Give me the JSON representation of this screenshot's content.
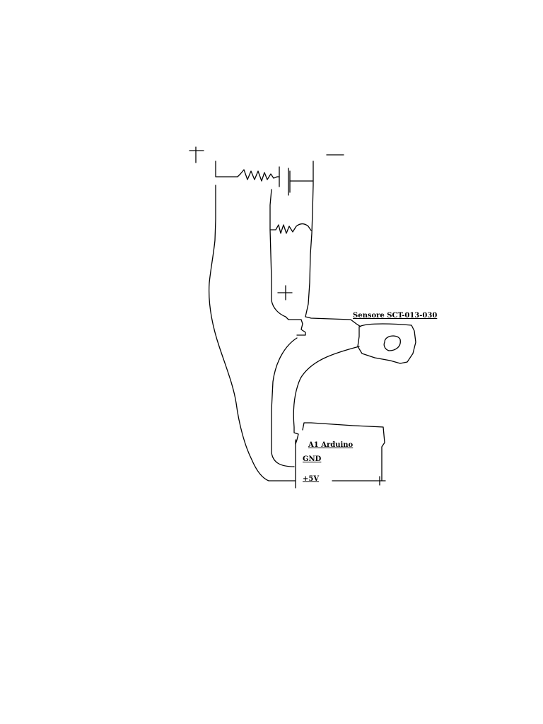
{
  "diagram": {
    "labels": {
      "sensor": "Sensore SCT-013-030",
      "a1": "A1 Arduino",
      "gnd": "GND",
      "v5": "+5V"
    },
    "symbols": {
      "plus_sign": "plus-sign-icon",
      "minus_sign": "minus-sign-icon",
      "resistor": "resistor-icon",
      "battery": "battery-icon",
      "capacitor": "capacitor-icon",
      "sensor_clamp": "current-clamp-icon"
    },
    "colors": {
      "ink": "#000000",
      "background": "#ffffff"
    }
  }
}
